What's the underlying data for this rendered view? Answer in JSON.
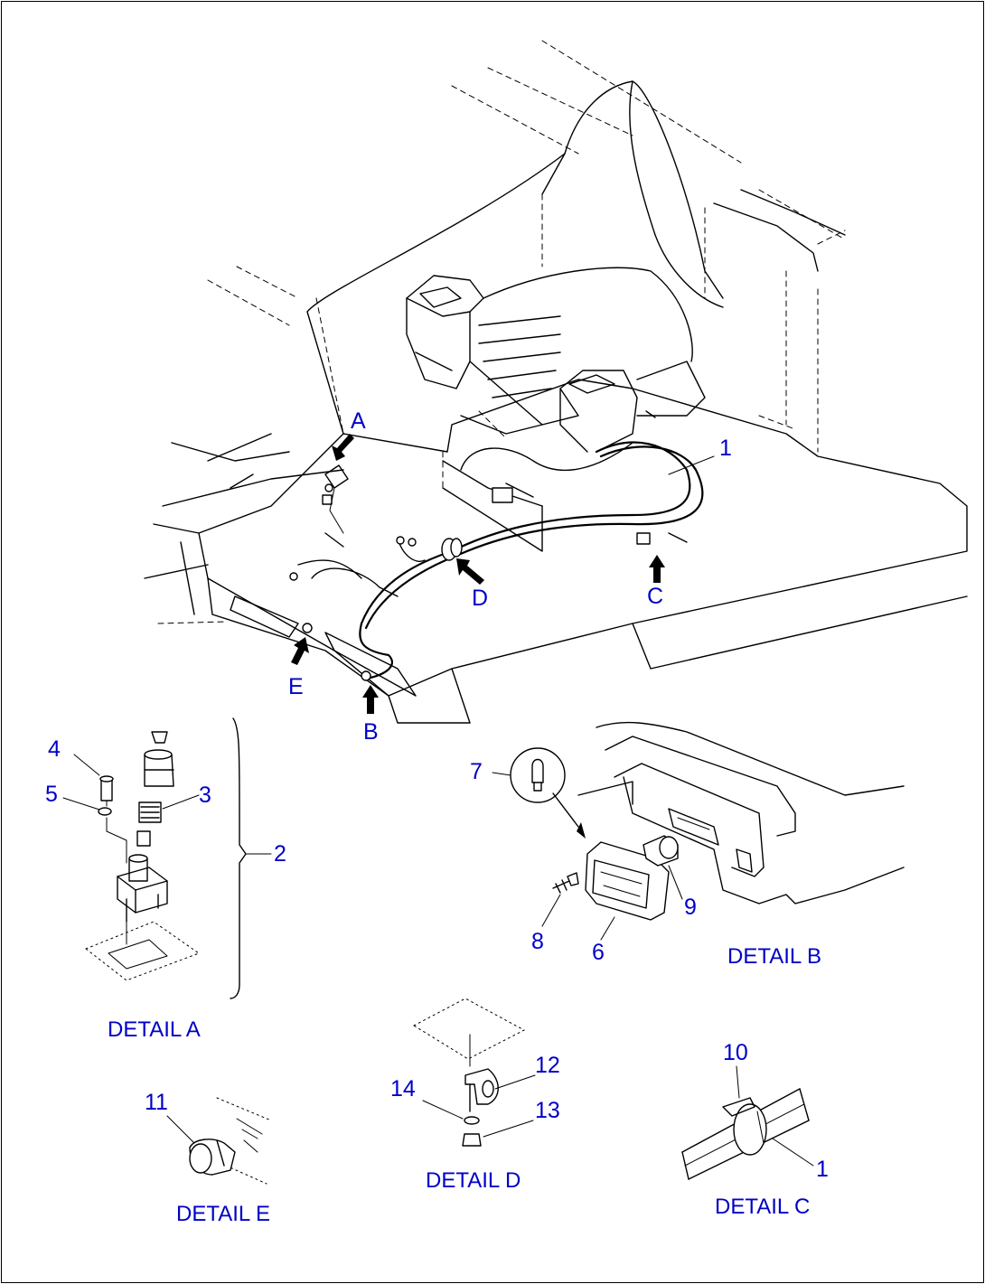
{
  "callouts": {
    "n1": "1",
    "n1b": "1",
    "n2": "2",
    "n3": "3",
    "n4": "4",
    "n5": "5",
    "n6": "6",
    "n7": "7",
    "n8": "8",
    "n9": "9",
    "n10": "10",
    "n11": "11",
    "n12": "12",
    "n13": "13",
    "n14": "14"
  },
  "views": {
    "a": "A",
    "b": "B",
    "c": "C",
    "d": "D",
    "e": "E"
  },
  "details": {
    "a": "DETAIL A",
    "b": "DETAIL B",
    "c": "DETAIL C",
    "d": "DETAIL D",
    "e": "DETAIL E"
  },
  "label_color": "#0000c8"
}
